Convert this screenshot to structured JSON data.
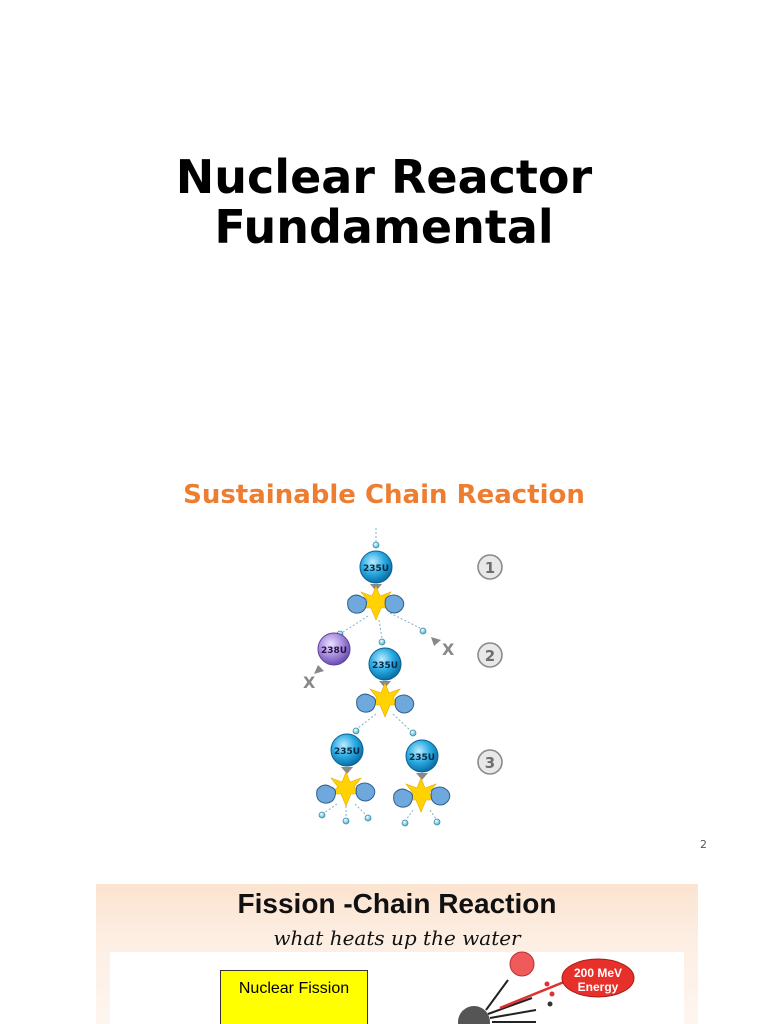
{
  "slide": {
    "title_line1": "Nuclear Reactor",
    "title_line2": "Fundamental",
    "subtitle": "Sustainable Chain Reaction",
    "page_number": "2"
  },
  "diagram": {
    "nucleus_label": "235U",
    "absorber_label": "238U",
    "lost_marker": "X",
    "steps": [
      "1",
      "2",
      "3"
    ]
  },
  "next_slide": {
    "title": "Fission -Chain Reaction",
    "subtitle": "what heats up the water",
    "box_label": "Nuclear Fission",
    "energy_line1": "200 MeV",
    "energy_line2": "Energy"
  },
  "colors": {
    "subtitle": "#ed7d31",
    "nucleus": "#29abe2",
    "absorber": "#a98de0",
    "flash": "#ffd200"
  }
}
